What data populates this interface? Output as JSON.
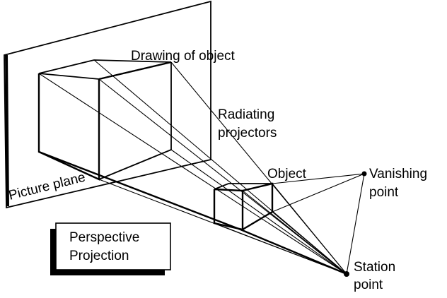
{
  "labels": {
    "drawing_of_object": "Drawing of object",
    "radiating_line1": "Radiating",
    "radiating_line2": "projectors",
    "object": "Object",
    "vanishing_line1": "Vanishing",
    "vanishing_line2": "point",
    "picture_plane": "Picture plane",
    "station_line1": "Station",
    "station_line2": "point"
  },
  "title_box": {
    "line1": "Perspective",
    "line2": "Projection"
  },
  "colors": {
    "ink": "#000000",
    "background": "#ffffff"
  }
}
